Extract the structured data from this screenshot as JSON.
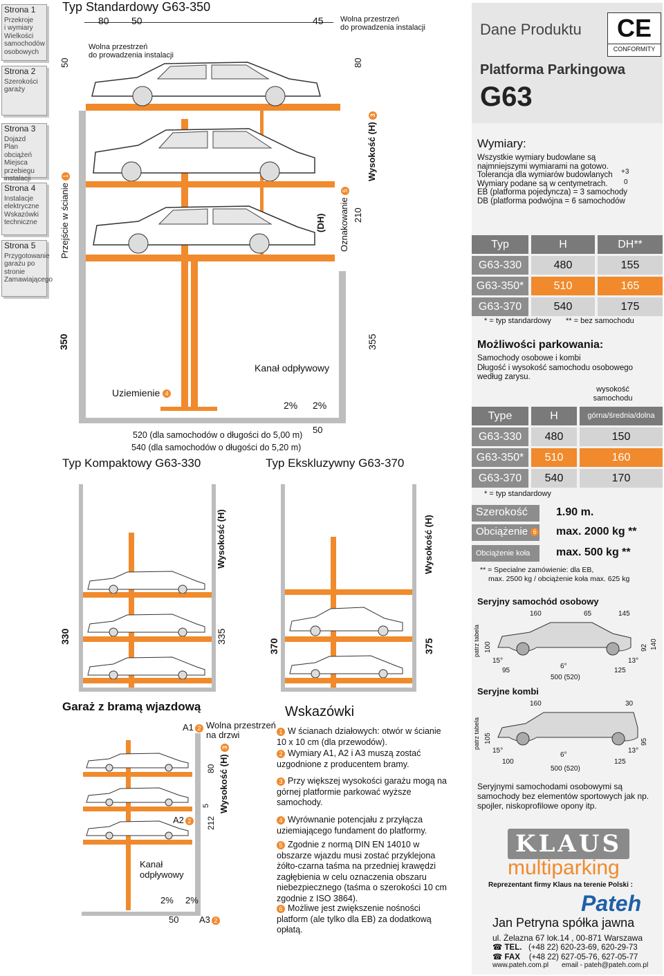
{
  "nav": [
    {
      "title": "Strona 1",
      "items": [
        "Przekroje",
        "i wymiary",
        "Wielkości",
        "samochodów",
        "osobowych"
      ]
    },
    {
      "title": "Strona 2",
      "items": [
        "Szerokości",
        "garaży"
      ]
    },
    {
      "title": "Strona 3",
      "items": [
        "Dojazd",
        "Plan obciążeń",
        "Miejsca",
        "przebiegu",
        "instalacji"
      ]
    },
    {
      "title": "Strona 4",
      "items": [
        "Instalacje",
        "elektryczne",
        "Wskazówki",
        "techniczne"
      ]
    },
    {
      "title": "Strona 5",
      "items": [
        "Przygotowanie",
        "garażu po",
        "stronie",
        "Zamawiającego"
      ]
    }
  ],
  "standard": {
    "title": "Typ Standardowy G63-350",
    "dim_80": "80",
    "dim_50": "50",
    "dim_45": "45",
    "dim_80b": "80",
    "dim_50side": "50",
    "free_space_left": "Wolna przestrzeń\ndo prowadzenia instalacji",
    "free_space_right": "Wolna przestrzeń\ndo prowadzenia instalacji",
    "wall_passage": "Przejście w ścianie",
    "dh": "(DH)",
    "marking": "Oznakowanie",
    "dim_210": "210",
    "height_h": "Wysokość (H)",
    "dim_350": "350",
    "dim_355": "355",
    "drain": "Kanał odpływowy",
    "grounding": "Uziemienie",
    "slope1": "2%",
    "slope2": "2%",
    "len1": "520 (dla samochodów o długości do 5,00 m)",
    "len2": "540 (dla samochodów o długości do 5,20 m)",
    "dim_50b": "50"
  },
  "compact": {
    "title": "Typ Kompaktowy G63-330",
    "height_h": "Wysokość (H)",
    "dim_330": "330",
    "dim_335": "335"
  },
  "exclusive": {
    "title": "Typ Ekskluzywny G63-370",
    "height_h": "Wysokość (H)",
    "dim_370": "370",
    "dim_375": "375"
  },
  "garage": {
    "title": "Garaż z bramą wjazdową",
    "a1": "A1",
    "a2": "A2",
    "a3": "A3",
    "free_door": "Wolna przestrzeń\nna drzwi",
    "dim_80": "80",
    "height_h": "Wysokość (H)",
    "dim_212": "212",
    "dim_5": "5",
    "drain": "Kanał\nodpływowy",
    "slope1": "2%",
    "slope2": "2%",
    "dim_50": "50"
  },
  "notes": {
    "title": "Wskazówki",
    "items": [
      {
        "n": "1",
        "text": "W ścianach działowych: otwór w ścianie 10 x 10 cm (dla przewodów)."
      },
      {
        "n": "2",
        "text": "Wymiary A1, A2 i A3 muszą zostać uzgodnione z producentem bramy."
      },
      {
        "n": "3",
        "text": "Przy większej wysokości garażu mogą na górnej platformie parkować wyższe samochody."
      },
      {
        "n": "4",
        "text": "Wyrównanie potencjału z przyłącza uziemiającego fundament do platformy."
      },
      {
        "n": "5",
        "text": "Zgodnie z normą DIN EN 14010 w obszarze wjazdu musi zostać przyklejona żółto-czarna taśma na przedniej krawędzi zagłębienia w celu oznaczenia obszaru niebezpiecznego (taśma o szerokości 10 cm zgodnie z ISO 3864)."
      },
      {
        "n": "6",
        "text": "Możliwe jest zwiększenie nośności platform (ale tylko dla EB) za dodatkową opłatą."
      }
    ]
  },
  "product": {
    "header": "Dane Produktu",
    "ce": "CE",
    "conformity": "CONFORMITY",
    "platform": "Platforma Parkingowa",
    "model": "G63"
  },
  "dims": {
    "title": "Wymiary:",
    "lines": [
      "Wszystkie wymiary budowlane są",
      "najmniejszymi wymiarami na gotowo.",
      "Tolerancja dla wymiarów budowlanych",
      "Wymiary podane są w centymetrach.",
      "EB (platforma pojedyncza) = 3 samochody",
      "DB (platforma podwójna = 6 samochodów"
    ],
    "tol_plus": "+3",
    "tol_zero": "0"
  },
  "table1": {
    "headers": [
      "Typ",
      "H",
      "DH**"
    ],
    "rows": [
      [
        "G63-330",
        "480",
        "155"
      ],
      [
        "G63-350*",
        "510",
        "165"
      ],
      [
        "G63-370",
        "540",
        "175"
      ]
    ],
    "note1": "* = typ standardowy",
    "note2": "** = bez samochodu"
  },
  "parking": {
    "title": "Możliwości parkowania:",
    "lines": [
      "Samochody osobowe i kombi",
      "Długość i wysokość samochodu osobowego",
      "według zarysu."
    ],
    "col_height": "wysokość\nsamochodu"
  },
  "table2": {
    "headers": [
      "Type",
      "H",
      "górna/średnia/dolna"
    ],
    "rows": [
      [
        "G63-330",
        "480",
        "150"
      ],
      [
        "G63-350*",
        "510",
        "160"
      ],
      [
        "G63-370",
        "540",
        "170"
      ]
    ],
    "note": "* = typ standardowy"
  },
  "specs": {
    "width_label": "Szerokość",
    "width_value": "1.90 m.",
    "load_label": "Obciążenie",
    "load_value": "max. 2000 kg **",
    "wheel_label": "Obciążenie koła",
    "wheel_value": "max. 500 kg **",
    "special1": "** = Specialne zamówienie: dla EB,",
    "special2": "max. 2500 kg / obciążenie koła max. 625 kg"
  },
  "sedan": {
    "title": "Seryjny samochód osobowy",
    "d160": "160",
    "d65": "65",
    "d145": "145",
    "table": "patrz tabela",
    "d100": "100",
    "d92": "92",
    "d140": "140",
    "a15": "15°",
    "a6": "6°",
    "a13": "13°",
    "d95": "95",
    "d500": "500 (520)",
    "d125": "125"
  },
  "kombi": {
    "title": "Seryjne kombi",
    "d160": "160",
    "d30": "30",
    "table": "patrz tabela",
    "d105": "105",
    "d95": "95",
    "a15": "15°",
    "a6": "6°",
    "a13": "13°",
    "d100": "100",
    "d500": "500 (520)",
    "d125": "125",
    "desc": [
      "Seryjnymi samochodami osobowymi są",
      "samochody bez elementów sportowych jak np.",
      "spojler, niskoprofilowe opony itp."
    ]
  },
  "brand": {
    "klaus": "KLAUS",
    "multiparking": "multiparking",
    "rep": "Reprezentant firmy Klaus na terenie Polski :",
    "pateh": "Pateh",
    "company": "Jan Petryna spółka jawna",
    "address": "ul. Żelazna 67  lok.14 , 00-871 Warszawa",
    "tel_label": "TEL.",
    "tel": "(+48 22) 620-23-69, 620-29-73",
    "fax_label": "FAX",
    "fax": "(+48 22) 627-05-76, 627-05-77",
    "web": "www.pateh.com.pl",
    "email": "email - pateh@pateh.com.pl"
  },
  "colors": {
    "accent": "#f08a2c",
    "gray": "#8d8d8d",
    "wall": "#bdbdbd"
  }
}
